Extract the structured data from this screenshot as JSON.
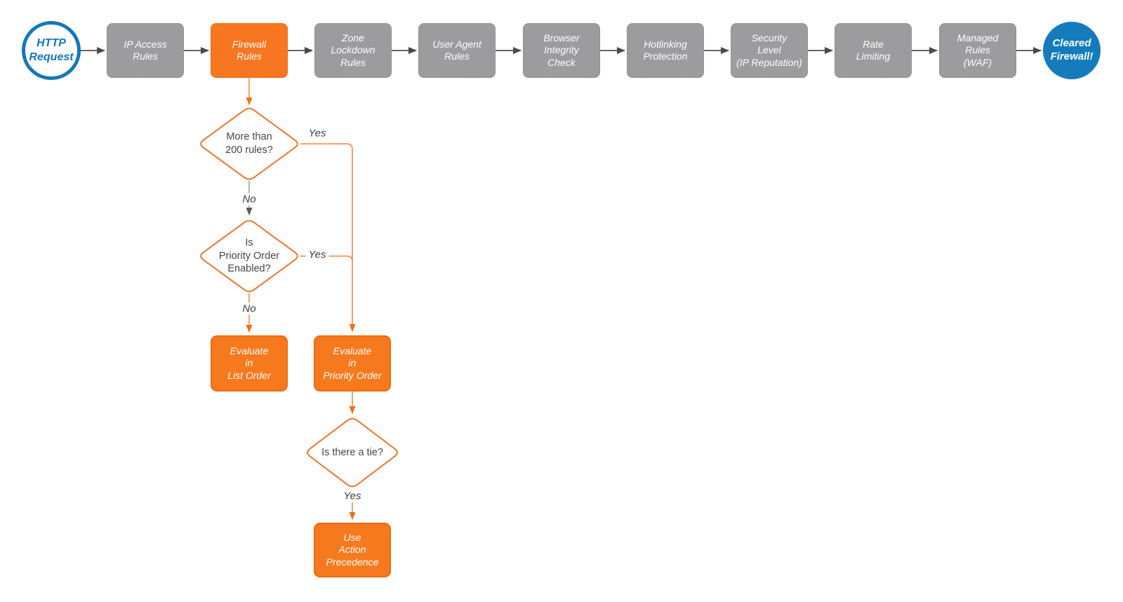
{
  "colors": {
    "accent_orange": "#F7761F",
    "process_gray": "#9C9C9E",
    "brand_blue": "#1478BA",
    "connector_dark": "#4F4F4F"
  },
  "flow": {
    "start": {
      "label": "HTTP\nRequest"
    },
    "pipeline": [
      {
        "label": "IP Access\nRules"
      },
      {
        "label": "Firewall\nRules",
        "highlighted": true
      },
      {
        "label": "Zone\nLockdown\nRules"
      },
      {
        "label": "User Agent\nRules"
      },
      {
        "label": "Browser\nIntegrity\nCheck"
      },
      {
        "label": "Hotlinking\nProtection"
      },
      {
        "label": "Security\nLevel\n(IP Reputation)"
      },
      {
        "label": "Rate\nLimiting"
      },
      {
        "label": "Managed\nRules\n(WAF)"
      }
    ],
    "end": {
      "label": "Cleared\nFirewall!"
    },
    "decisions": [
      {
        "label": "More than\n200 rules?",
        "yes": "Yes",
        "no": "No"
      },
      {
        "label": "Is\nPriority Order\nEnabled?",
        "yes": "Yes",
        "no": "No"
      },
      {
        "label": "Is there a tie?",
        "yes": "Yes"
      }
    ],
    "actions": [
      {
        "label": "Evaluate\nin\nList Order"
      },
      {
        "label": "Evaluate\nin\nPriority Order"
      },
      {
        "label": "Use\nAction\nPrecedence"
      }
    ]
  }
}
